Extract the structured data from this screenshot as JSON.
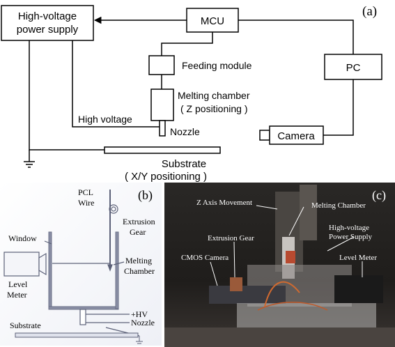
{
  "panel_a": {
    "panel_label": "(a)",
    "boxes": {
      "hv_supply_line1": "High-voltage",
      "hv_supply_line2": "power supply",
      "mcu": "MCU",
      "pc": "PC",
      "camera": "Camera"
    },
    "labels": {
      "feeding_module": "Feeding module",
      "melting_chamber_line1": "Melting chamber",
      "melting_chamber_line2": "( Z positioning )",
      "high_voltage": "High voltage",
      "nozzle": "Nozzle",
      "substrate_line1": "Substrate",
      "substrate_line2": "( X/Y positioning )"
    }
  },
  "panel_b": {
    "panel_label": "(b)",
    "labels": {
      "pcl_line1": "PCL",
      "pcl_line2": "Wire",
      "extrusion_gear_line1": "Extrusion",
      "extrusion_gear_line2": "Gear",
      "window": "Window",
      "melting_chamber_line1": "Melting",
      "melting_chamber_line2": "Chamber",
      "level_meter_line1": "Level",
      "level_meter_line2": "Meter",
      "plus_hv": "+HV",
      "nozzle": "Nozzle",
      "substrate": "Substrate"
    }
  },
  "panel_c": {
    "panel_label": "(c)",
    "labels": {
      "z_axis": "Z Axis Movement",
      "melting_chamber": "Melting Chamber",
      "extrusion_gear": "Extrusion Gear",
      "hv_supply_line1": "High-voltage",
      "hv_supply_line2": "Power Supply",
      "cmos_camera": "CMOS Camera",
      "level_meter": "Level Meter"
    }
  }
}
